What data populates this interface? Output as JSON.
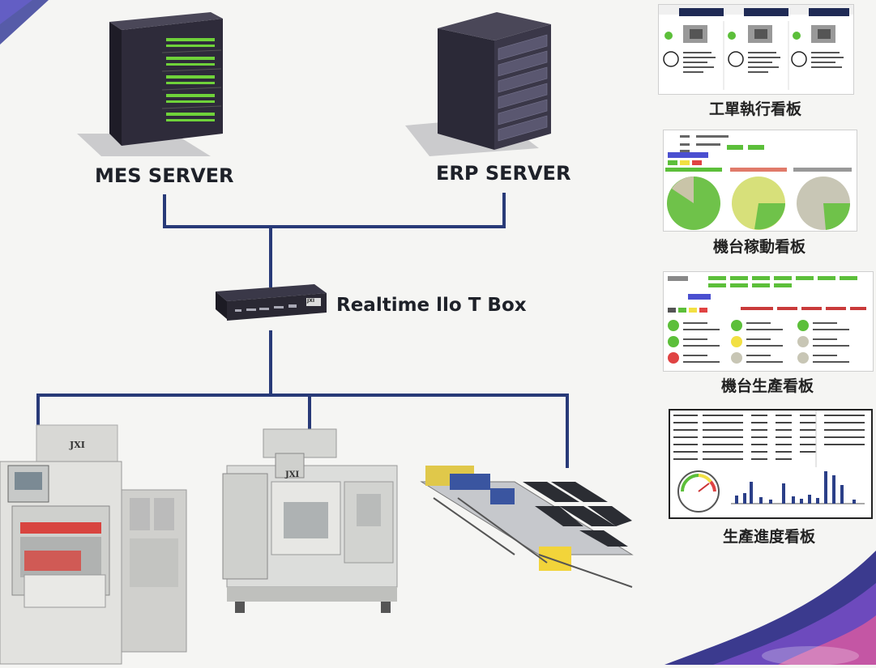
{
  "servers": {
    "mes_label": "MES SERVER",
    "erp_label": "ERP SERVER"
  },
  "gateway": {
    "label": "Realtime llo T Box",
    "badge": "JXI"
  },
  "machines": [
    {
      "logo": "JXI"
    },
    {
      "logo": "JXI"
    },
    {
      "logo": ""
    }
  ],
  "dashboards": [
    {
      "caption": "工單執行看板"
    },
    {
      "caption": "機台稼動看板"
    },
    {
      "caption": "機台生產看板"
    },
    {
      "caption": "生產進度看板"
    }
  ],
  "colors": {
    "line": "#283a78",
    "server": "#2e2b3a",
    "led": "#6fd23a",
    "machine": "#d9dbd8",
    "status_green": "#5cbf3a",
    "status_red": "#e04343",
    "status_yellow": "#f2e043",
    "bar_blue": "#2b3f88"
  }
}
